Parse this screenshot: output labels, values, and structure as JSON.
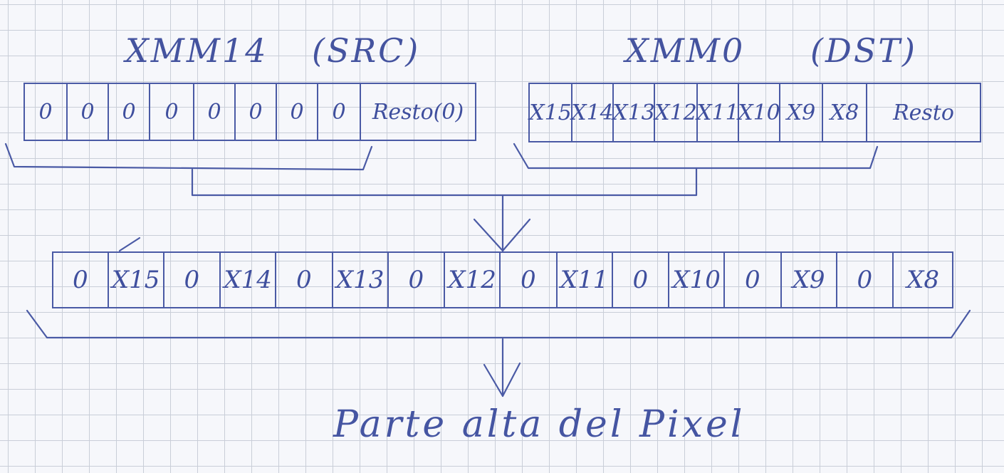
{
  "src_register": {
    "title": "XMM14",
    "role": "(SRC)",
    "cells": [
      "0",
      "0",
      "0",
      "0",
      "0",
      "0",
      "0",
      "0",
      "Resto(0)"
    ]
  },
  "dst_register": {
    "title": "XMM0",
    "role": "(DST)",
    "cells": [
      "X15",
      "X14",
      "X13",
      "X12",
      "X11",
      "X10",
      "X9",
      "X8",
      "Resto"
    ]
  },
  "result_register": {
    "cells": [
      "0",
      "X15",
      "0",
      "X14",
      "0",
      "X13",
      "0",
      "X12",
      "0",
      "X11",
      "0",
      "X10",
      "0",
      "X9",
      "0",
      "X8"
    ]
  },
  "caption": "Parte alta del Pixel",
  "ink_color": "#4a5aa5",
  "grid_color": "#c9ced8"
}
